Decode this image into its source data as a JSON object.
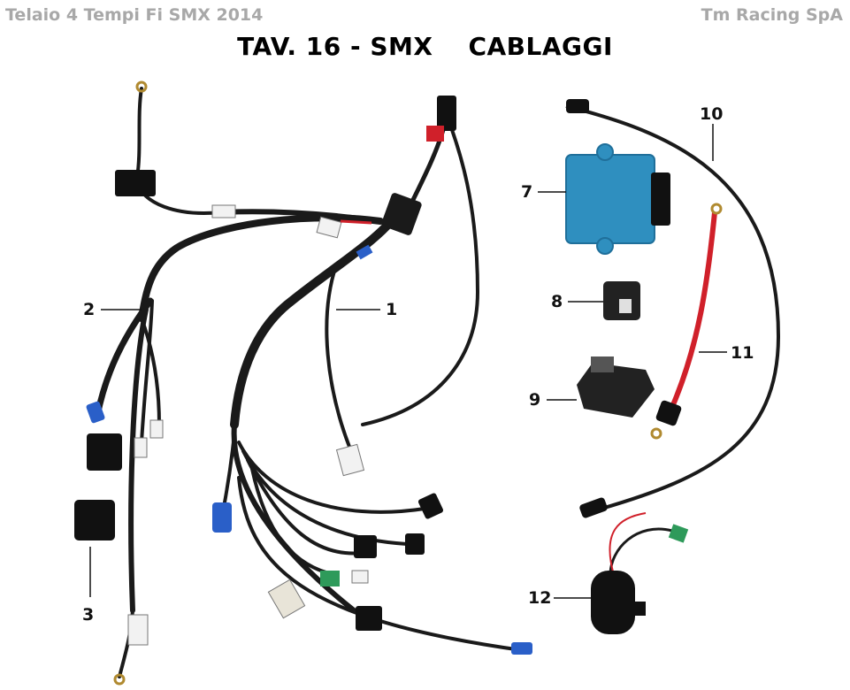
{
  "header": {
    "left_text": "Telaio 4 Tempi Fi SMX 2014",
    "right_text": "Tm Racing SpA"
  },
  "title": {
    "table": "TAV. 16 - SMX",
    "section": "CABLAGGI"
  },
  "callouts": [
    {
      "id": "1",
      "label": "1"
    },
    {
      "id": "2",
      "label": "2"
    },
    {
      "id": "3",
      "label": "3"
    },
    {
      "id": "7",
      "label": "7"
    },
    {
      "id": "8",
      "label": "8"
    },
    {
      "id": "9",
      "label": "9"
    },
    {
      "id": "10",
      "label": "10"
    },
    {
      "id": "11",
      "label": "11"
    },
    {
      "id": "12",
      "label": "12"
    }
  ],
  "colors": {
    "cable": "#1a1a1a",
    "ecu_blue": "#2f8fbf",
    "red_cable": "#d0202a",
    "connector_blue": "#2a5fc8",
    "connector_green": "#2e9a5a",
    "header_gray": "#a8a8a8"
  }
}
